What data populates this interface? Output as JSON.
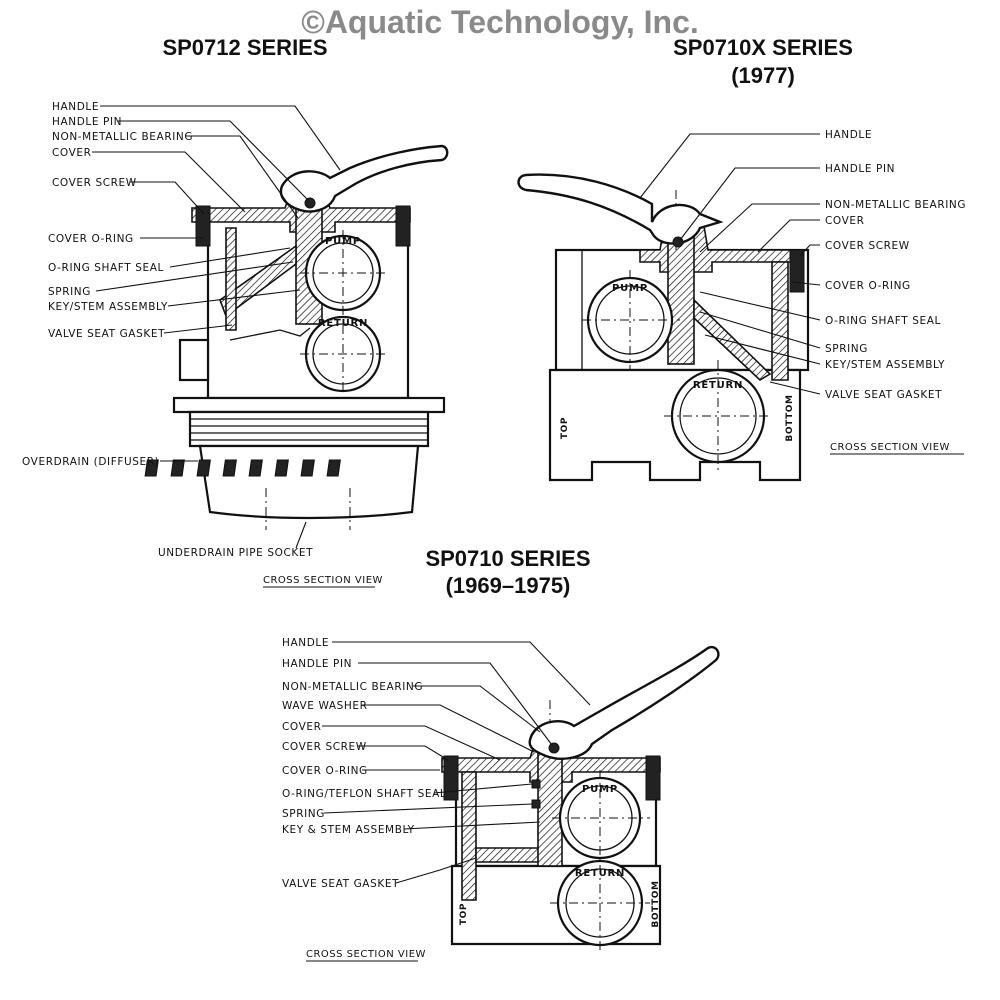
{
  "copyright": "©Aquatic Technology, Inc.",
  "sections": {
    "sp0712": {
      "title": "SP0712 SERIES",
      "year": "",
      "caption": "CROSS SECTION VIEW",
      "labels": [
        "HANDLE",
        "HANDLE PIN",
        "NON-METALLIC BEARING",
        "COVER",
        "COVER SCREW",
        "COVER O-RING",
        "O-RING SHAFT SEAL",
        "SPRING",
        "KEY/STEM ASSEMBLY",
        "VALVE SEAT GASKET",
        "OVERDRAIN (DIFFUSER)",
        "UNDERDRAIN PIPE SOCKET"
      ],
      "ports": [
        "PUMP",
        "RETURN"
      ]
    },
    "sp0710x": {
      "title": "SP0710X SERIES",
      "year": "(1977)",
      "caption": "CROSS SECTION VIEW",
      "labels": [
        "HANDLE",
        "HANDLE PIN",
        "NON-METALLIC BEARING",
        "COVER",
        "COVER SCREW",
        "COVER O-RING",
        "O-RING SHAFT SEAL",
        "SPRING",
        "KEY/STEM ASSEMBLY",
        "VALVE SEAT GASKET"
      ],
      "ports": [
        "PUMP",
        "RETURN"
      ],
      "sides": [
        "TOP",
        "BOTTOM"
      ]
    },
    "sp0710": {
      "title": "SP0710 SERIES",
      "year": "(1969–1975)",
      "caption": "CROSS SECTION VIEW",
      "labels": [
        "HANDLE",
        "HANDLE PIN",
        "NON-METALLIC BEARING",
        "WAVE WASHER",
        "COVER",
        "COVER SCREW",
        "COVER O-RING",
        "O-RING/TEFLON SHAFT SEAL",
        "SPRING",
        "KEY & STEM ASSEMBLY",
        "VALVE SEAT GASKET"
      ],
      "ports": [
        "PUMP",
        "RETURN"
      ],
      "sides": [
        "TOP",
        "BOTTOM"
      ]
    }
  }
}
